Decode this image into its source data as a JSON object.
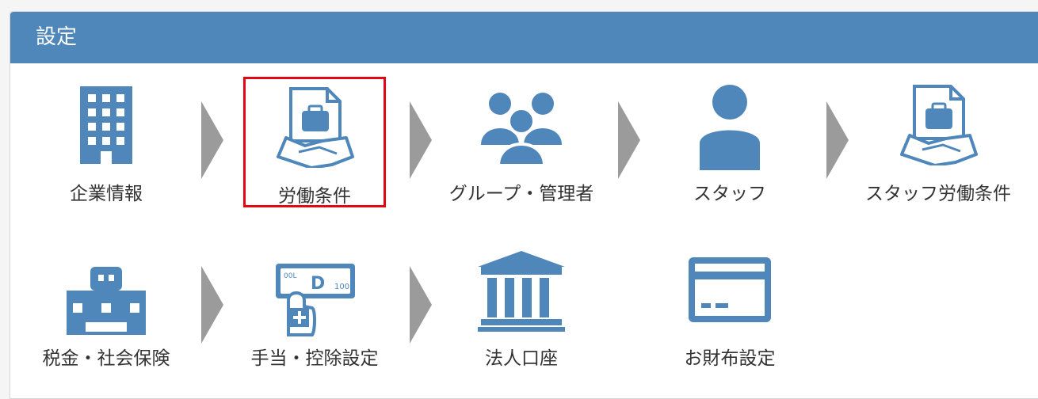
{
  "panel": {
    "title": "設定"
  },
  "row1": [
    {
      "label": "企業情報",
      "icon": "building-icon"
    },
    {
      "label": "労働条件",
      "icon": "contract-handshake-icon",
      "selected": true
    },
    {
      "label": "グループ・管理者",
      "icon": "group-icon"
    },
    {
      "label": "スタッフ",
      "icon": "person-icon"
    },
    {
      "label": "スタッフ労働条件",
      "icon": "contract-handshake-icon"
    }
  ],
  "row2": [
    {
      "label": "税金・社会保険",
      "icon": "office-building-icon"
    },
    {
      "label": "手当・控除設定",
      "icon": "allowance-money-icon"
    },
    {
      "label": "法人口座",
      "icon": "bank-icon"
    },
    {
      "label": "お財布設定",
      "icon": "credit-card-icon"
    }
  ],
  "colors": {
    "header": "#4f87bb",
    "icon": "#4f87bb",
    "arrow": "#9b9b9b",
    "selected_border": "#e30613"
  }
}
